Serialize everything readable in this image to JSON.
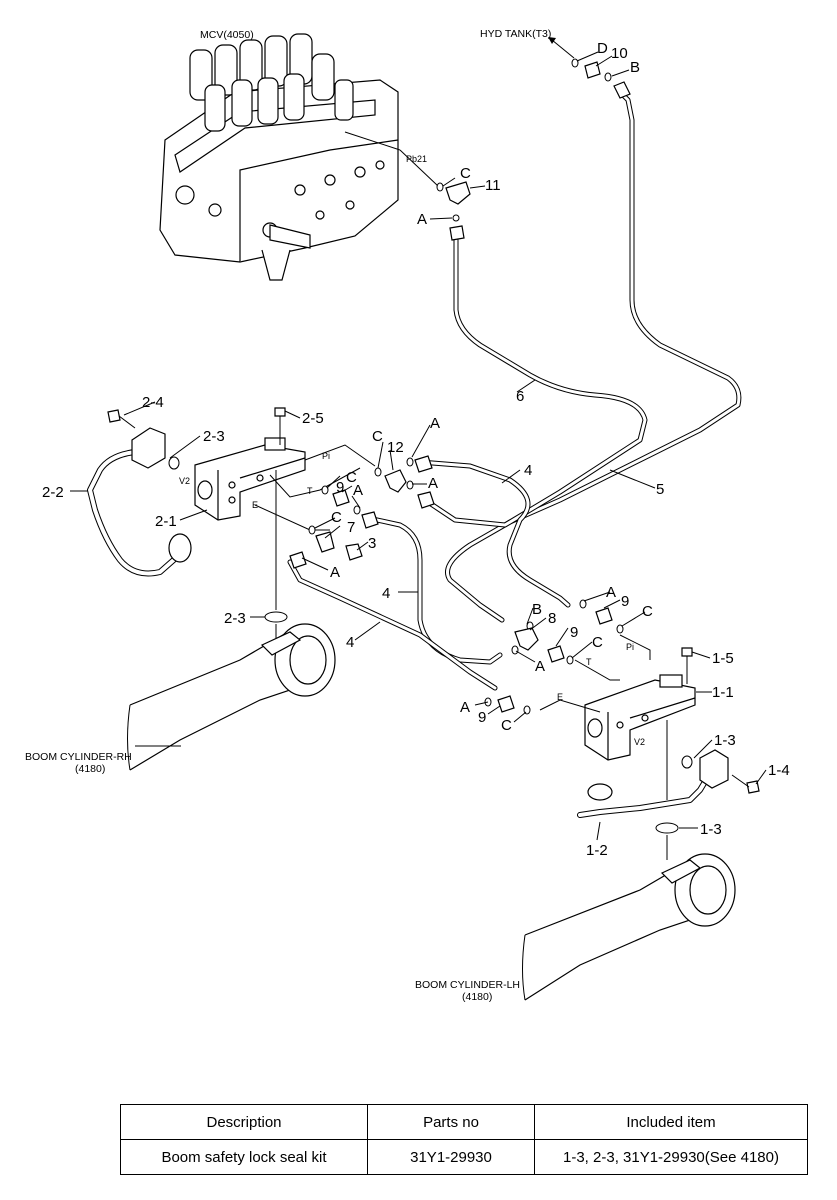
{
  "labels": {
    "mcv": "MCV(4050)",
    "hyd_tank": "HYD TANK(T3)",
    "pb21": "Pb21",
    "boom_rh": "BOOM CYLINDER-RH",
    "boom_rh_no": "(4180)",
    "boom_lh": "BOOM CYLINDER-LH",
    "boom_lh_no": "(4180)",
    "v2": "V2",
    "pi": "Pi",
    "t": "T",
    "e": "E"
  },
  "callouts": {
    "D": "D",
    "C": "C",
    "B": "B",
    "A": "A",
    "n3": "3",
    "n4": "4",
    "n5": "5",
    "n6": "6",
    "n7": "7",
    "n8": "8",
    "n9": "9",
    "n10": "10",
    "n11": "11",
    "n12": "12",
    "n1_1": "1-1",
    "n1_2": "1-2",
    "n1_3": "1-3",
    "n1_4": "1-4",
    "n1_5": "1-5",
    "n2_1": "2-1",
    "n2_2": "2-2",
    "n2_3": "2-3",
    "n2_4": "2-4",
    "n2_5": "2-5"
  },
  "table": {
    "headers": [
      "Description",
      "Parts no",
      "Included item"
    ],
    "rows": [
      [
        "Boom safety lock seal kit",
        "31Y1-29930",
        "1-3, 2-3, 31Y1-29930(See 4180)"
      ]
    ]
  }
}
